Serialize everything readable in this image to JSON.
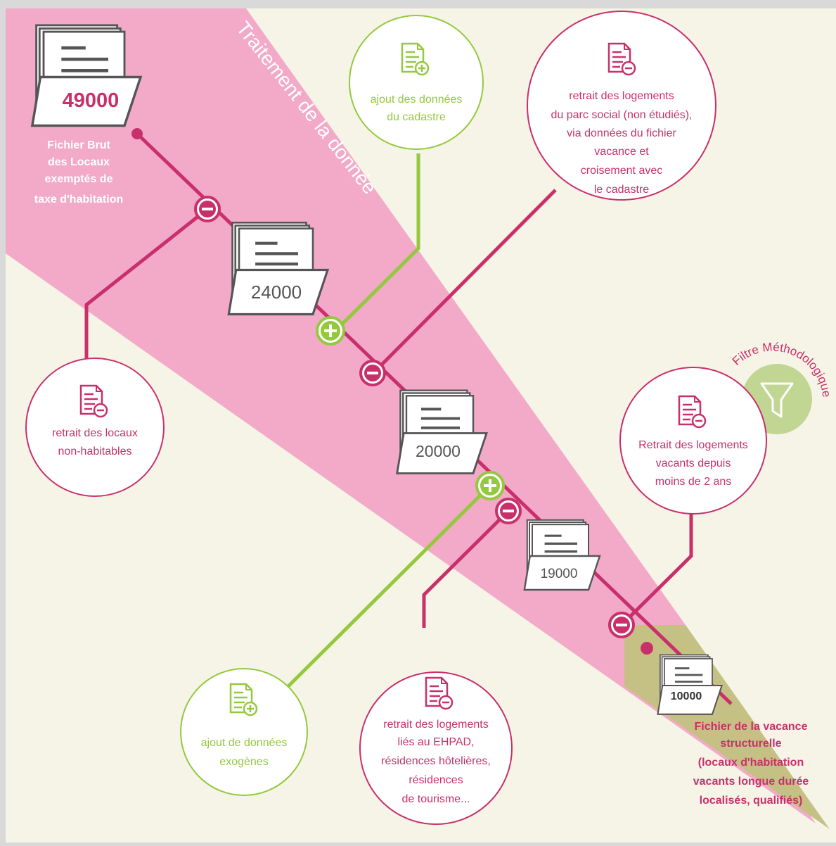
{
  "band_title": "Traitement de la donnée",
  "filter_label": "Filtre Méthodologique",
  "colors": {
    "magenta": "#c9306b",
    "green": "#94c93d",
    "pink_band": "#f2aac8",
    "cream": "#f6f4e6",
    "olive": "#c5c084",
    "filter_circle": "#c2d694",
    "file_text": "#555555"
  },
  "files": [
    {
      "count": "49000",
      "style": "highlight"
    },
    {
      "count": "24000",
      "style": "normal"
    },
    {
      "count": "20000",
      "style": "normal"
    },
    {
      "count": "19000",
      "style": "normal"
    },
    {
      "count": "10000",
      "style": "bold"
    }
  ],
  "start_label": [
    "Fichier Brut",
    "des  Locaux",
    "exemptés de",
    "taxe d'habitation"
  ],
  "end_label": [
    "Fichier de la vacance",
    "structurelle",
    "(locaux d'habitation",
    "vacants longue durée",
    "localisés, qualifiés)"
  ],
  "steps": [
    {
      "kind": "minus",
      "icon": "doc-minus-icon",
      "lines": [
        "retrait des locaux",
        "non-habitables"
      ]
    },
    {
      "kind": "plus",
      "icon": "doc-plus-icon",
      "lines": [
        "ajout des données",
        "du cadastre"
      ]
    },
    {
      "kind": "minus",
      "icon": "doc-minus-icon",
      "lines": [
        "retrait des logements",
        "du parc social (non étudiés),",
        "via données du fichier",
        "vacance et",
        "croisement avec",
        "le cadastre"
      ]
    },
    {
      "kind": "plus",
      "icon": "doc-plus-icon",
      "lines": [
        "ajout de données",
        "exogènes"
      ]
    },
    {
      "kind": "minus",
      "icon": "doc-minus-icon",
      "lines": [
        "retrait des logements",
        "liés au EHPAD,",
        "résidences hôtelières,",
        "résidences",
        "de tourisme..."
      ]
    },
    {
      "kind": "minus",
      "icon": "doc-minus-icon",
      "lines": [
        "Retrait des logements",
        "vacants depuis",
        "moins de 2 ans"
      ]
    }
  ]
}
